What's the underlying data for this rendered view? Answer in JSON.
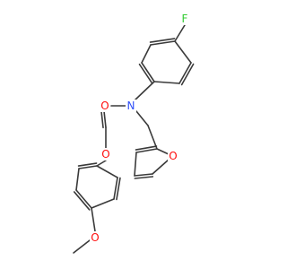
{
  "molecule": {
    "atoms": [
      {
        "id": "F",
        "text": "F",
        "color": "#33cc33"
      },
      {
        "id": "N",
        "text": "N",
        "color": "#3050f8"
      },
      {
        "id": "O1",
        "text": "O",
        "color": "#ff0d0d"
      },
      {
        "id": "O2",
        "text": "O",
        "color": "#ff0d0d"
      },
      {
        "id": "O3",
        "text": "O",
        "color": "#ff0d0d"
      },
      {
        "id": "O4",
        "text": "O",
        "color": "#ff0d0d"
      }
    ],
    "bond_color": "#3a3a3a"
  }
}
